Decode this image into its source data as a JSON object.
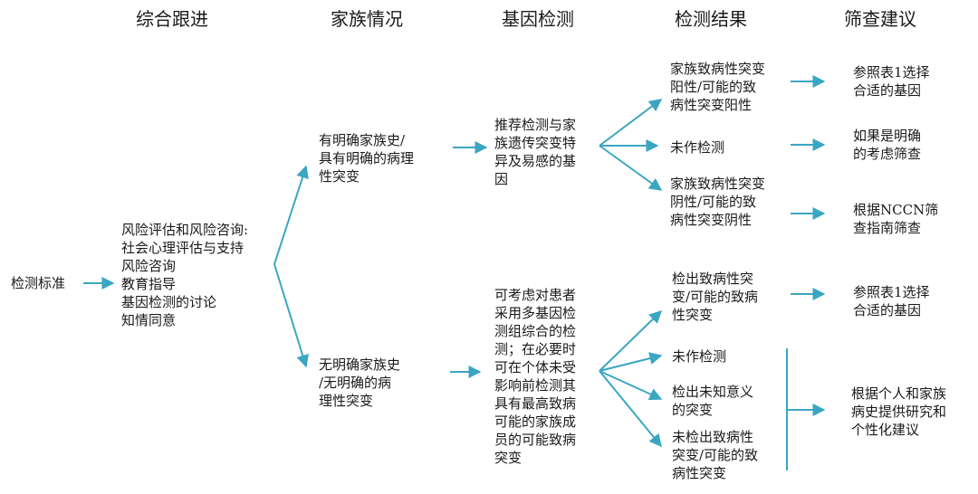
{
  "colors": {
    "arrow": "#3aa6c2",
    "text": "#1a1a1a"
  },
  "headers": {
    "col1": "综合跟进",
    "col2": "家族情况",
    "col3": "基因检测",
    "col4": "检测结果",
    "col5": "筛查建议"
  },
  "start": "检测标准",
  "followup": {
    "title": "风险评估和风险咨询:",
    "items": [
      "社会心理评估与支持",
      "风险咨询",
      "教育指导",
      "基因检测的讨论",
      "知情同意"
    ]
  },
  "family": {
    "with": [
      "有明确家族史/",
      "具有明确的病理",
      "性突变"
    ],
    "without": [
      "无明确家族史",
      "/无明确的病",
      "理性突变"
    ]
  },
  "testing": {
    "with": [
      "推荐检测与家",
      "族遗传突变特",
      "异及易感的基",
      "因"
    ],
    "without": [
      "可考虑对患者",
      "采用多基因检",
      "测组综合的检",
      "测；在必要时",
      "可在个体未受",
      "影响前检测其",
      "具有最高致病",
      "可能的家族成",
      "员的可能致病",
      "突变"
    ]
  },
  "results": {
    "with_positive": [
      "家族致病性突变",
      "阳性/可能的致",
      "病性突变阳性"
    ],
    "with_untested": [
      "未作检测"
    ],
    "with_negative": [
      "家族致病性突变",
      "阴性/可能的致",
      "病性突变阴性"
    ],
    "without_positive": [
      "检出致病性突",
      "变/可能的致病",
      "性突变"
    ],
    "without_untested": [
      "未作检测"
    ],
    "without_vus": [
      "检出未知意义",
      "的突变"
    ],
    "without_negative": [
      "未检出致病性",
      "突变/可能的致",
      "病性突变"
    ]
  },
  "screening": {
    "s1": [
      "参照表1选择",
      "合适的基因"
    ],
    "s2": [
      "如果是明确",
      "的考虑筛查"
    ],
    "s3": [
      "根据NCCN筛",
      "查指南筛查"
    ],
    "s4": [
      "参照表1选择",
      "合适的基因"
    ],
    "s5": [
      "根据个人和家族",
      "病史提供研究和",
      "个性化建议"
    ]
  }
}
